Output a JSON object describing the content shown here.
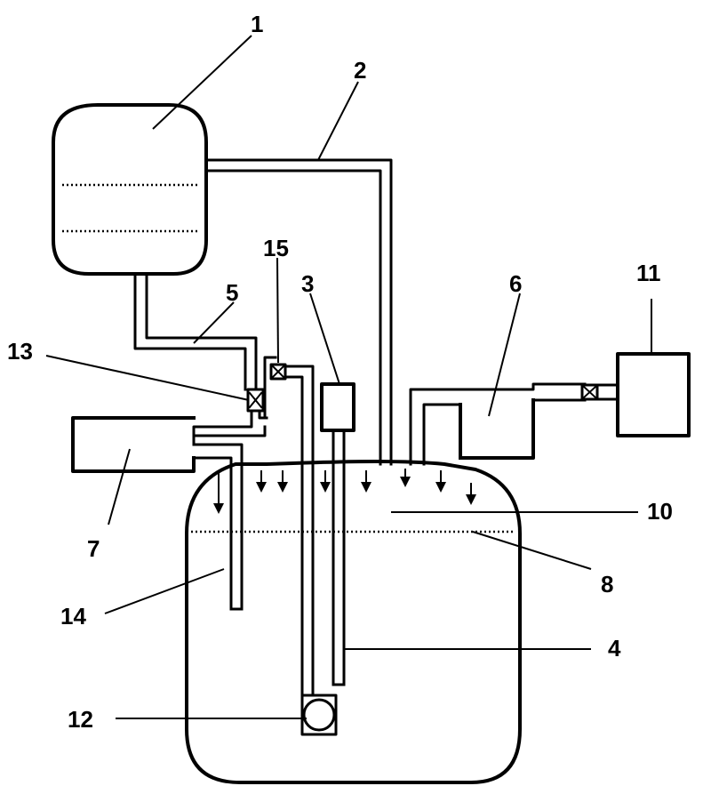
{
  "diagram": {
    "labels": {
      "tank1": "1",
      "pipe2": "2",
      "sensor3": "3",
      "tube4": "4",
      "pipe5": "5",
      "unit6": "6",
      "unit7": "7",
      "level8": "8",
      "space10": "10",
      "unit11": "11",
      "pump12": "12",
      "valve13": "13",
      "tube14": "14",
      "valve15": "15"
    }
  }
}
